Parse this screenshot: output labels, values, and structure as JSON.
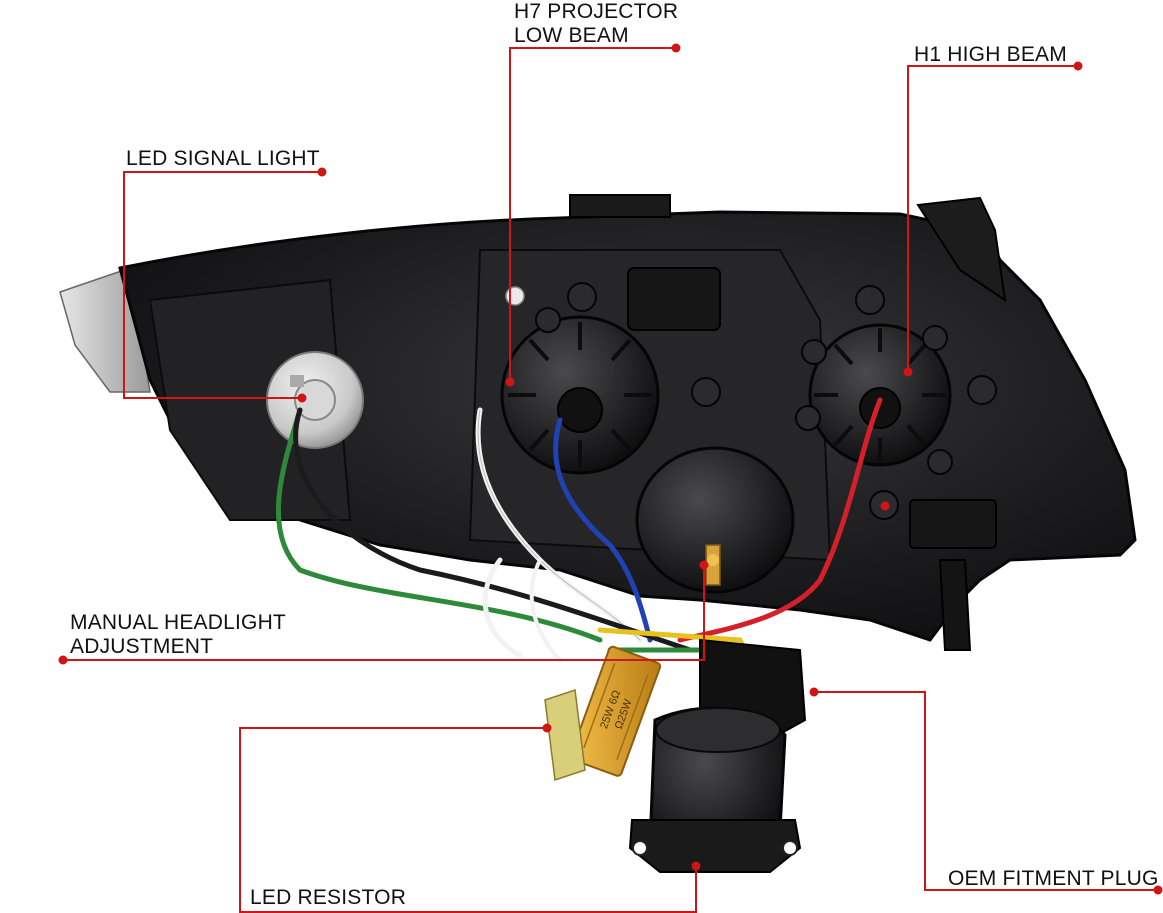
{
  "callouts": [
    {
      "id": "h7-projector-low-beam",
      "lines": [
        "H7 PROJECTOR",
        "LOW BEAM"
      ]
    },
    {
      "id": "h1-high-beam",
      "lines": [
        "H1 HIGH BEAM"
      ]
    },
    {
      "id": "led-signal-light",
      "lines": [
        "LED SIGNAL LIGHT"
      ]
    },
    {
      "id": "manual-headlight-adjustment",
      "lines": [
        "MANUAL HEADLIGHT",
        "ADJUSTMENT"
      ]
    },
    {
      "id": "led-resistor",
      "lines": [
        "LED RESISTOR"
      ]
    },
    {
      "id": "oem-fitment-plug",
      "lines": [
        "OEM FITMENT PLUG"
      ]
    }
  ],
  "colors": {
    "leader": "#d11414",
    "housing": "#1b1b1d",
    "housing_edge": "#0a0a0b",
    "resistor": "#e2a52a",
    "wire_red": "#d4202a",
    "wire_blue": "#1f43b5",
    "wire_green": "#2e8a3a",
    "wire_yellow": "#e7c21c",
    "wire_white": "#f2f2f2"
  },
  "resistor_text": [
    "25W 6Ω",
    "Ω25W"
  ]
}
